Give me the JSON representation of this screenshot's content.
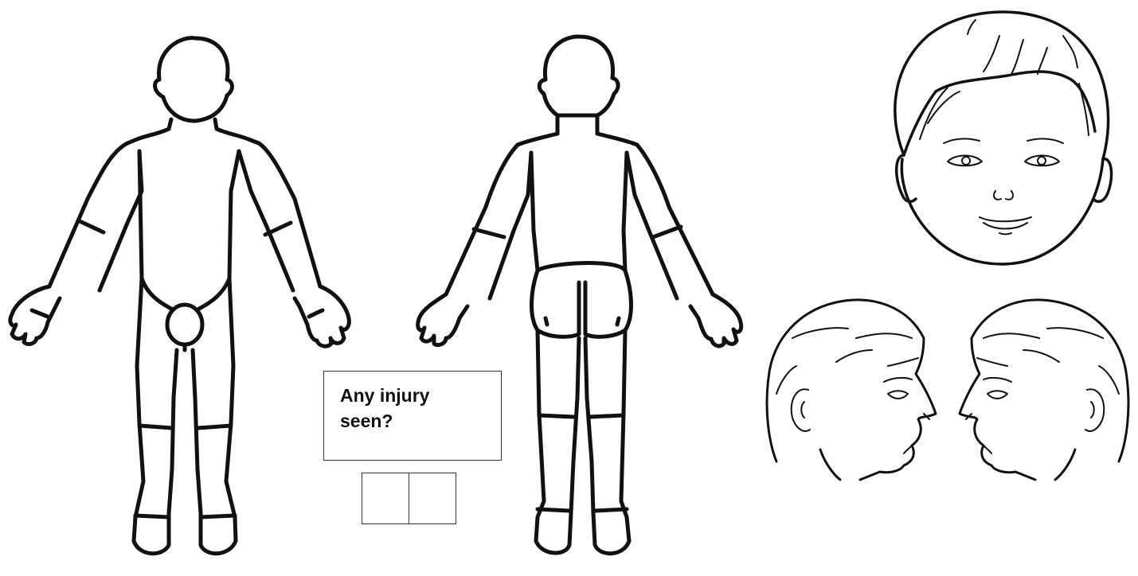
{
  "question": {
    "text": "Any injury seen?"
  },
  "answer_boxes": [
    {
      "id": "answer-box-1",
      "value": ""
    },
    {
      "id": "answer-box-2",
      "value": ""
    }
  ],
  "figures": [
    {
      "id": "body-front",
      "icon": "child-body-front-outline-icon"
    },
    {
      "id": "body-back",
      "icon": "child-body-back-outline-icon"
    },
    {
      "id": "face-front",
      "icon": "child-face-front-icon"
    },
    {
      "id": "head-left-profile",
      "icon": "child-head-right-facing-profile-icon"
    },
    {
      "id": "head-right-profile",
      "icon": "child-head-left-facing-profile-icon"
    }
  ],
  "colors": {
    "line": "#111111",
    "background": "#ffffff"
  }
}
